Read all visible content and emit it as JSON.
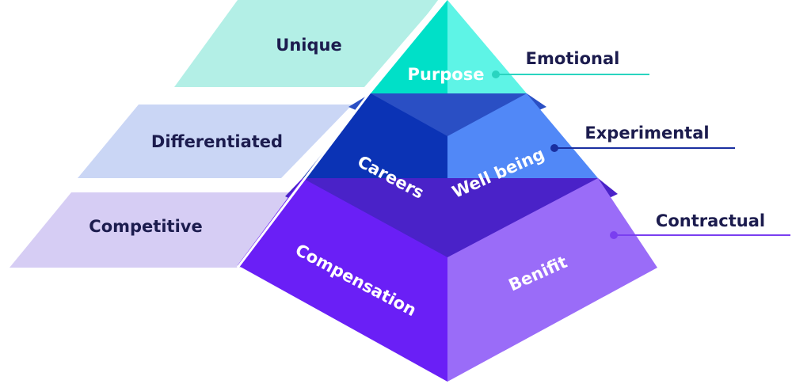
{
  "levels": [
    {
      "band_label": "Unique",
      "left_face_label": "",
      "right_face_label": "",
      "apex_label": "Purpose",
      "side_label": "Emotional"
    },
    {
      "band_label": "Differentiated",
      "left_face_label": "Careers",
      "right_face_label": "Well being",
      "side_label": "Experimental"
    },
    {
      "band_label": "Competitive",
      "left_face_label": "Compensation",
      "right_face_label": "Benifit",
      "side_label": "Contractual"
    }
  ],
  "colors": {
    "band_top": "#b3efe6",
    "band_mid": "#cad6f5",
    "band_bot": "#d6cdf4",
    "top_left": "#00e0c8",
    "top_right": "#5ef4e6",
    "mid_left": "#0b33b5",
    "mid_right": "#5188f7",
    "mid_shadow": "#2a4fc4",
    "bot_left": "#6a1ff6",
    "bot_right": "#9a6cf8",
    "bot_shadow": "#4a22c8",
    "text_dark": "#1c1c4e",
    "line_top": "#2ad4c0",
    "line_mid": "#1a2fa0",
    "line_bot": "#7a3ef0"
  }
}
